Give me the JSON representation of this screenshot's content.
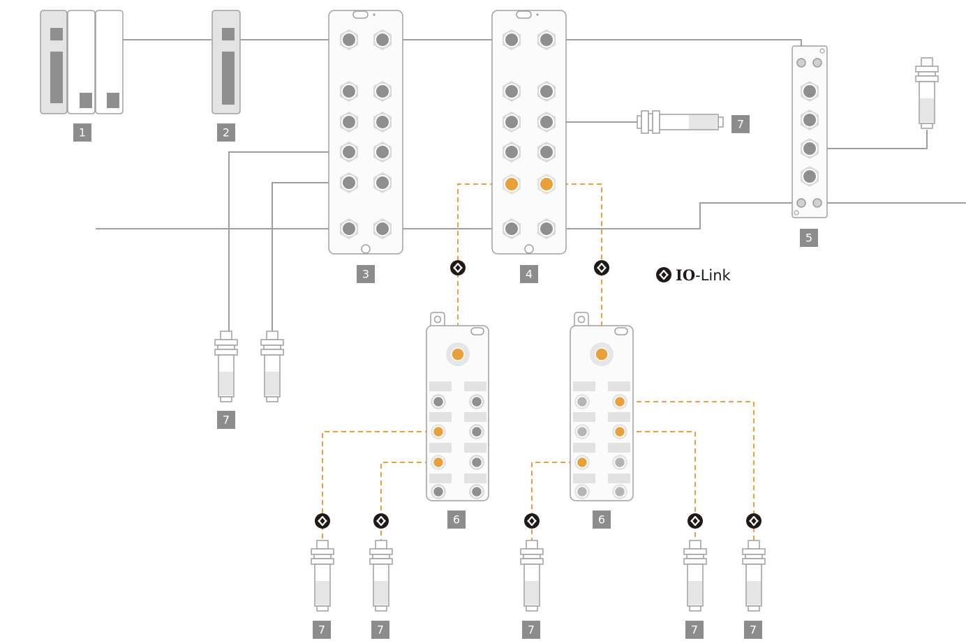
{
  "colors": {
    "cable": "#9e9e9e",
    "iolink": "#e8a13a",
    "port_fill": "#8f8f8f",
    "port_ring": "#d6d6d6",
    "device_stroke": "#a0a0a0",
    "device_fill": "#fbfbfb",
    "label_bg": "#8c8c8c",
    "label_text": "#ffffff",
    "iolink_badge": "#1f1a17"
  },
  "legend": {
    "icon": "io-link-icon",
    "bold": "IO",
    "rest": "-Link"
  },
  "labels": [
    {
      "id": "lbl-1",
      "text": "1"
    },
    {
      "id": "lbl-2",
      "text": "2"
    },
    {
      "id": "lbl-3",
      "text": "3"
    },
    {
      "id": "lbl-4",
      "text": "4"
    },
    {
      "id": "lbl-5",
      "text": "5"
    },
    {
      "id": "lbl-6a",
      "text": "6"
    },
    {
      "id": "lbl-6b",
      "text": "6"
    },
    {
      "id": "lbl-7-top",
      "text": "7"
    },
    {
      "id": "lbl-7-left",
      "text": "7"
    },
    {
      "id": "lbl-7-b1",
      "text": "7"
    },
    {
      "id": "lbl-7-b2",
      "text": "7"
    },
    {
      "id": "lbl-7-b3",
      "text": "7"
    },
    {
      "id": "lbl-7-b4",
      "text": "7"
    },
    {
      "id": "lbl-7-b5",
      "text": "7"
    }
  ]
}
